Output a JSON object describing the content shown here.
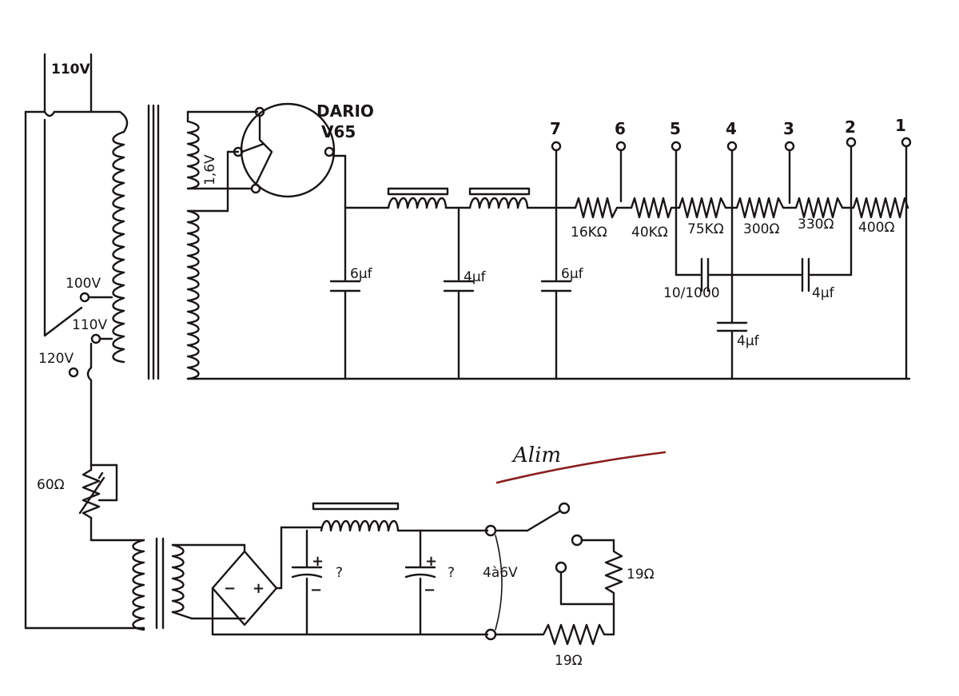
{
  "diagram": {
    "mains_label": "110V",
    "tube": {
      "name": "DARIO",
      "model": "V65",
      "filament": "1,6V"
    },
    "voltage_taps": [
      "100V",
      "110V",
      "120V"
    ],
    "filter_caps": [
      "6μf",
      "4μf",
      "6μf"
    ],
    "output_taps": [
      "7",
      "6",
      "5",
      "4",
      "3",
      "2",
      "1"
    ],
    "divider_resistors": [
      "16KΩ",
      "40KΩ",
      "75KΩ",
      "300Ω",
      "330Ω",
      "400Ω"
    ],
    "bypass_caps": {
      "c1": "10/1000",
      "c2": "4μf",
      "c3": "4μf"
    },
    "supply_title": "Alim",
    "rheostat": "60Ω",
    "electrolytic_marks": [
      "?",
      "?"
    ],
    "supply_output": "4à6V",
    "load_resistors": [
      "19Ω",
      "19Ω"
    ],
    "polarity": {
      "plus": "+",
      "minus": "−"
    }
  },
  "colors": {
    "ink": "#1a1515",
    "accent": "#8a1e1e",
    "paper": "#ffffff"
  }
}
